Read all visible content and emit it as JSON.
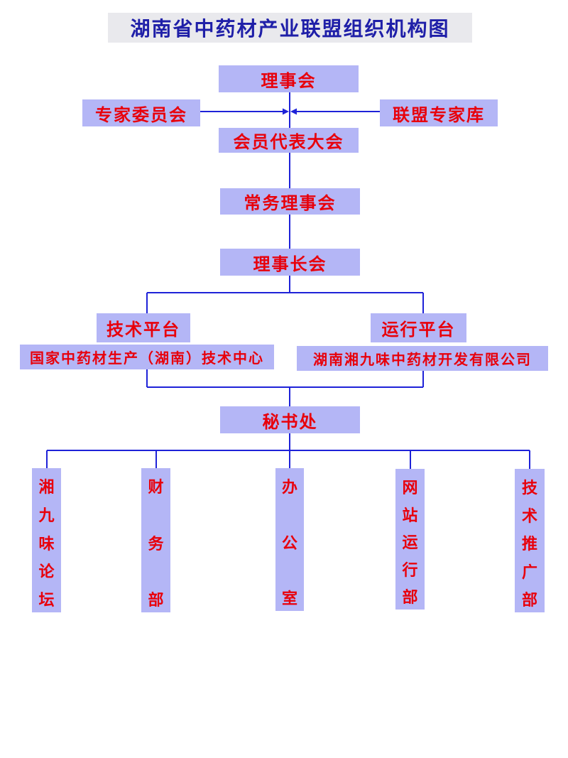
{
  "title": "湖南省中药材产业联盟组织机构图",
  "colors": {
    "box_fill": "#b4b6f6",
    "box_text": "#e8000b",
    "title_text": "#1f1fa8",
    "title_background": "#e9e9ed",
    "connector_line": "#1e22d8"
  },
  "governance": {
    "council": "理事会",
    "expert_committee": "专家委员会",
    "expert_pool": "联盟专家库",
    "member_congress": "会员代表大会",
    "standing_council": "常务理事会",
    "chairman_meeting": "理事长会"
  },
  "platforms": {
    "technical": {
      "label": "技术平台",
      "unit": "国家中药材生产（湖南）技术中心"
    },
    "operations": {
      "label": "运行平台",
      "unit": "湖南湘九味中药材开发有限公司"
    }
  },
  "secretariat": "秘书处",
  "departments": [
    "湘九味论坛",
    "财务部",
    "办公室",
    "网站运行部",
    "技术推广部"
  ]
}
